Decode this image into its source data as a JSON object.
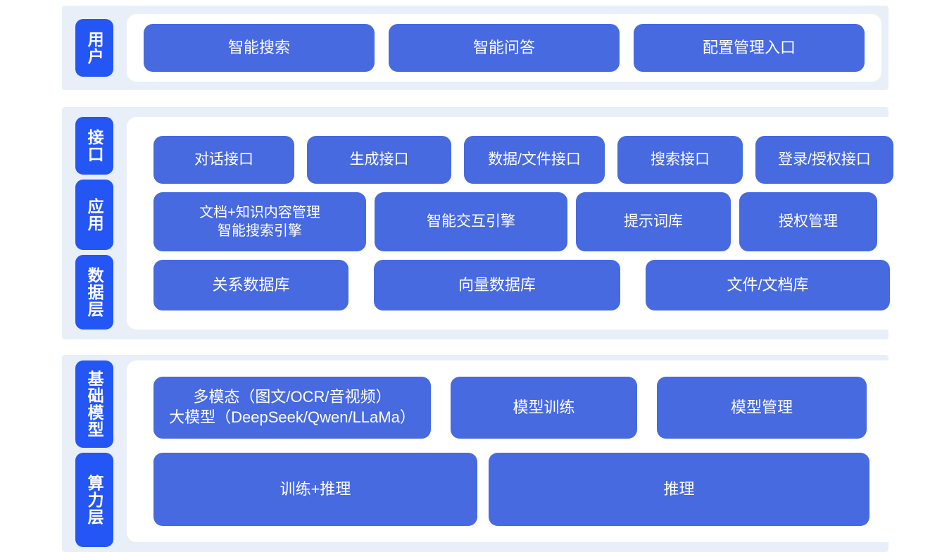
{
  "theme": {
    "page_background": "#ffffff",
    "section_band": "#e9eff8",
    "panel_background": "#ffffff",
    "tier_tab_color": "#2456f6",
    "card_color": "#476ae0",
    "card_text_color": "#ffffff"
  },
  "sections": [
    {
      "id": "user",
      "tiers": [
        {
          "label": "用户"
        }
      ],
      "rows": [
        {
          "id": "user-row",
          "cards": [
            {
              "label": "智能搜索"
            },
            {
              "label": "智能问答"
            },
            {
              "label": "配置管理入口"
            }
          ]
        }
      ]
    },
    {
      "id": "core",
      "tiers": [
        {
          "label": "接口"
        },
        {
          "label": "应用"
        },
        {
          "label": "数据层"
        }
      ],
      "rows": [
        {
          "id": "interface-row",
          "cards": [
            {
              "label": "对话接口"
            },
            {
              "label": "生成接口"
            },
            {
              "label": "数据/文件接口"
            },
            {
              "label": "搜索接口"
            },
            {
              "label": "登录/授权接口"
            }
          ]
        },
        {
          "id": "application-row",
          "cards": [
            {
              "label": "文档+知识内容管理\n智能搜索引擎"
            },
            {
              "label": "智能交互引擎"
            },
            {
              "label": "提示词库"
            },
            {
              "label": "授权管理"
            }
          ]
        },
        {
          "id": "data-row",
          "cards": [
            {
              "label": "关系数据库"
            },
            {
              "label": "向量数据库"
            },
            {
              "label": "文件/文档库"
            }
          ]
        }
      ]
    },
    {
      "id": "infra",
      "tiers": [
        {
          "label": "基础模型"
        },
        {
          "label": "算力层"
        }
      ],
      "rows": [
        {
          "id": "models-row",
          "cards": [
            {
              "label": "多模态（图文/OCR/音视频）\n大模型（DeepSeek/Qwen/LLaMa）"
            },
            {
              "label": "模型训练"
            },
            {
              "label": "模型管理"
            }
          ]
        },
        {
          "id": "compute-row",
          "cards": [
            {
              "label": "训练+推理"
            },
            {
              "label": "推理"
            }
          ]
        }
      ]
    }
  ]
}
